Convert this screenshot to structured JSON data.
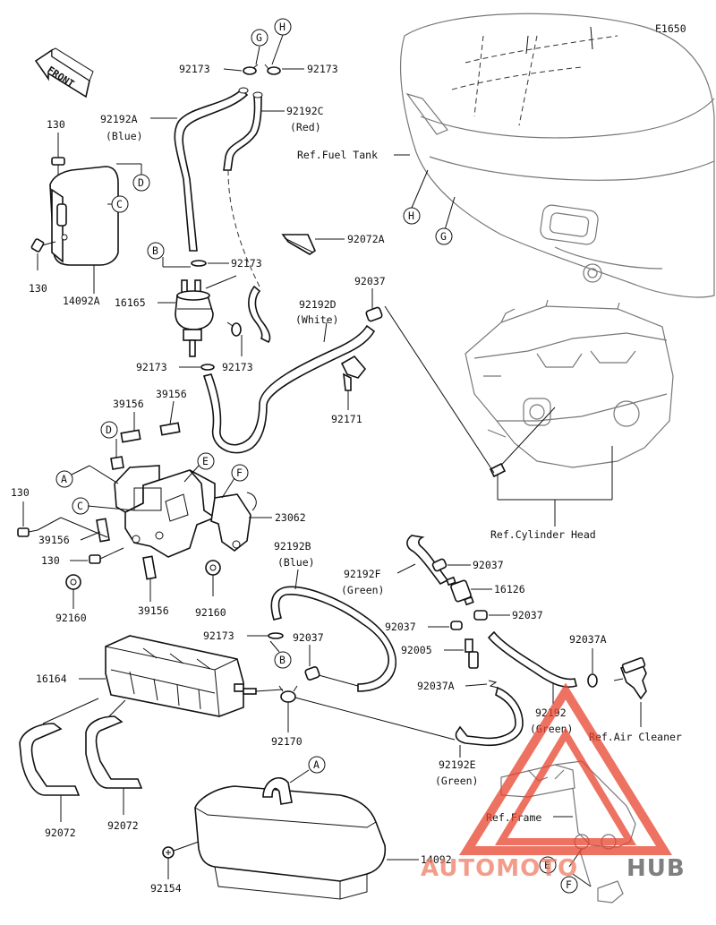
{
  "diagram_code": "E1650",
  "front_label": "FRONT",
  "callouts": [
    "A",
    "B",
    "C",
    "D",
    "E",
    "F",
    "G",
    "H"
  ],
  "parts": {
    "p130_top": "130",
    "p130_left": "130",
    "p130_mid": "130",
    "p130_bracket": "130",
    "p14092A": "14092A",
    "p92192A": "92192A",
    "p92192A_color": "(Blue)",
    "p92192C": "92192C",
    "p92192C_color": "(Red)",
    "p92173_g": "92173",
    "p92173_h": "92173",
    "p92173_filter_top": "92173",
    "p92173_filter_side": "92173",
    "p92173_filter_bottom": "92173",
    "p92173_lower": "92173",
    "p92072A": "92072A",
    "p16165": "16165",
    "p92192D": "92192D",
    "p92192D_color": "(White)",
    "p92037_top": "92037",
    "p92171": "92171",
    "p39156_a": "39156",
    "p39156_b": "39156",
    "p39156_c": "39156",
    "p39156_d": "39156",
    "p23062": "23062",
    "p92160_a": "92160",
    "p92160_b": "92160",
    "p92192B": "92192B",
    "p92192B_color": "(Blue)",
    "p92037_mid": "92037",
    "p92170": "92170",
    "p16164": "16164",
    "p92072_a": "92072",
    "p92072_b": "92072",
    "p92154": "92154",
    "p14092": "14092",
    "p92192F": "92192F",
    "p92192F_color": "(Green)",
    "p92037_f": "92037",
    "p16126": "16126",
    "p92037_l": "92037",
    "p92037_r": "92037",
    "p92005": "92005",
    "p92037A_l": "92037A",
    "p92037A_r": "92037A",
    "p92192": "92192",
    "p92192_color": "(Green)",
    "p92192E": "92192E",
    "p92192E_color": "(Green)"
  },
  "references": {
    "fuel_tank": "Ref.Fuel Tank",
    "cylinder_head": "Ref.Cylinder Head",
    "air_cleaner": "Ref.Air Cleaner",
    "frame": "Ref.Frame"
  },
  "watermark": {
    "text": "AUTOMOTO",
    "text2": "HUB",
    "color": "#e8442e"
  }
}
